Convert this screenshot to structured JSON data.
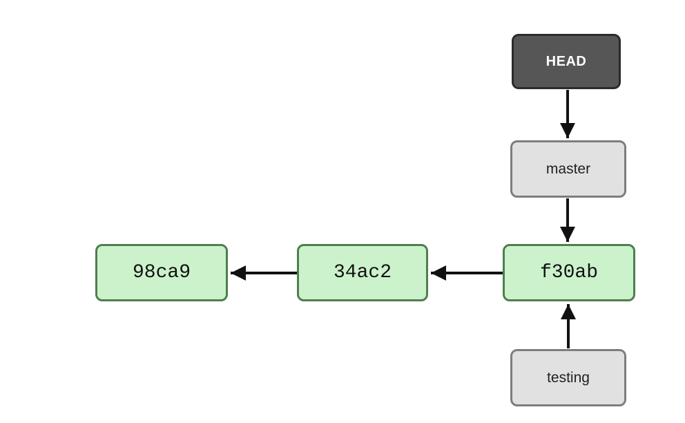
{
  "diagram": {
    "head": {
      "label": "HEAD"
    },
    "branches": [
      {
        "label": "master"
      },
      {
        "label": "testing"
      }
    ],
    "commits": [
      {
        "label": "98ca9"
      },
      {
        "label": "34ac2"
      },
      {
        "label": "f30ab"
      }
    ],
    "edges": [
      {
        "from": "HEAD",
        "to": "master"
      },
      {
        "from": "master",
        "to": "f30ab"
      },
      {
        "from": "testing",
        "to": "f30ab"
      },
      {
        "from": "f30ab",
        "to": "34ac2"
      },
      {
        "from": "34ac2",
        "to": "98ca9"
      }
    ],
    "colors": {
      "background": "#ffffff",
      "head_fill": "#565656",
      "head_border": "#2b2b2b",
      "head_text": "#ffffff",
      "branch_fill": "#e1e1e1",
      "branch_border": "#7d7d7d",
      "branch_text": "#222222",
      "commit_fill": "#ccf2cc",
      "commit_border": "#4e7e4e",
      "commit_text": "#111111",
      "arrow": "#111111"
    }
  }
}
